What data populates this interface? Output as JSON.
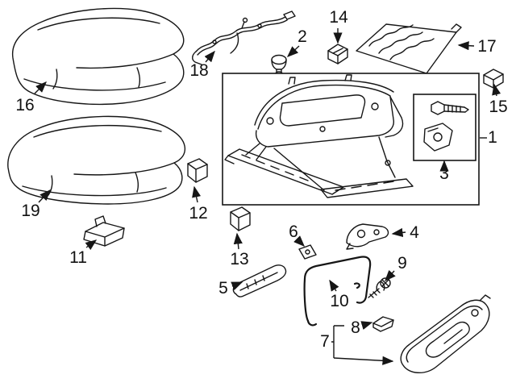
{
  "diagram": {
    "background_color": "#ffffff",
    "line_color": "#161616",
    "labels": {
      "p1": "1",
      "p2": "2",
      "p3": "3",
      "p4": "4",
      "p5": "5",
      "p6": "6",
      "p7": "7",
      "p8": "8",
      "p9": "9",
      "p10": "10",
      "p11": "11",
      "p12": "12",
      "p13": "13",
      "p14": "14",
      "p15": "15",
      "p16": "16",
      "p17": "17",
      "p18": "18",
      "p19": "19"
    }
  }
}
